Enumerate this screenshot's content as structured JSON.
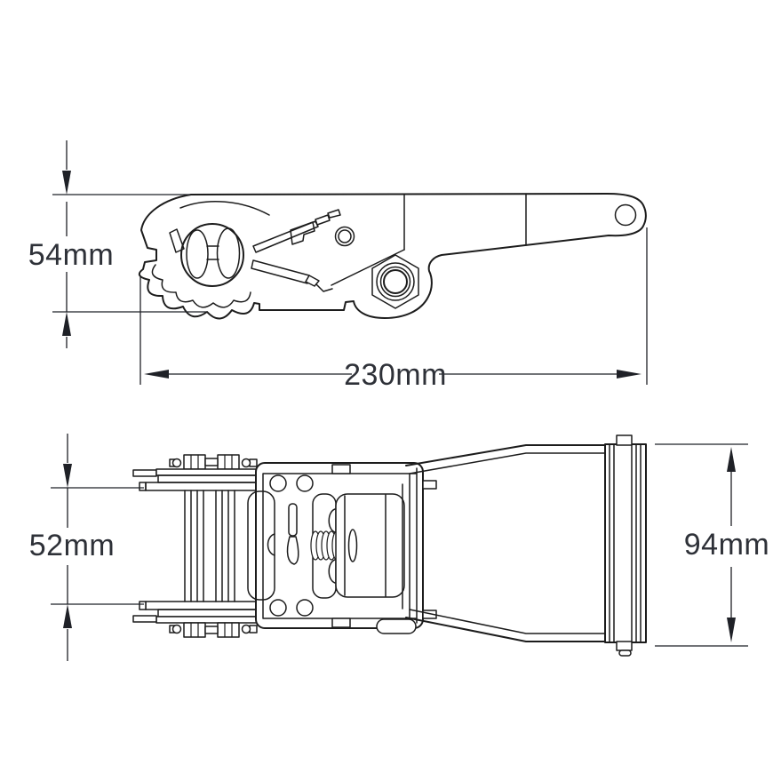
{
  "diagram": {
    "background": "#ffffff",
    "line_color": "#1c1c1c",
    "text_color": "#2e3138",
    "views": {
      "side": {
        "dimensions": {
          "height": {
            "label": "54mm"
          },
          "length": {
            "label": "230mm"
          }
        }
      },
      "top": {
        "dimensions": {
          "body_width": {
            "label": "52mm"
          },
          "overall_width": {
            "label": "94mm"
          }
        }
      }
    }
  }
}
